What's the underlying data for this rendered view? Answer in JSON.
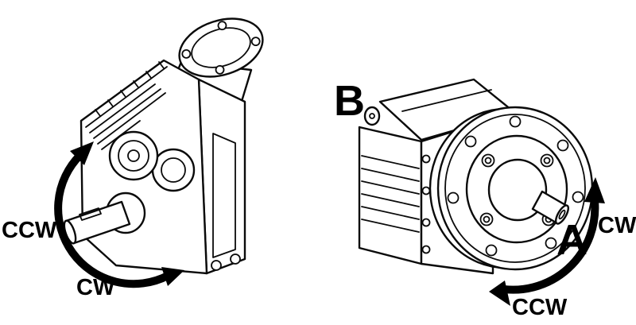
{
  "figure": {
    "background_color": "#ffffff",
    "line_color": "#0a0a0a",
    "left_unit": {
      "drawing_name": "parallel-shaft-gear-unit",
      "rotation_labels": {
        "ccw": "CCW",
        "cw": "CW"
      }
    },
    "right_unit": {
      "drawing_name": "flange-mounted-gear-unit",
      "side_label_b": "B",
      "side_label_a": "A",
      "rotation_labels": {
        "cw": "CW",
        "ccw": "CCW"
      }
    }
  }
}
